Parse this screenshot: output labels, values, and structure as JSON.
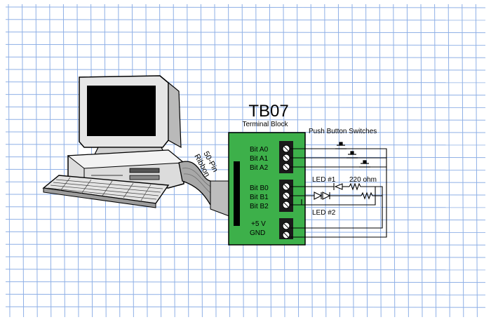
{
  "diagram": {
    "title": "TB07",
    "subtitle": "Terminal Block",
    "ribbon_label_line1": "50-Pin",
    "ribbon_label_line2": "Ribbon",
    "switches_label": "Push Button Switches",
    "port_a": [
      "Bit A0",
      "Bit A1",
      "Bit A2"
    ],
    "port_b": [
      "Bit B0",
      "Bit B1",
      "Bit B2"
    ],
    "power": [
      "+5 V",
      "GND"
    ],
    "led1_label": "LED #1",
    "led2_label": "LED #2",
    "resistor_label": "220 ohm"
  },
  "colors": {
    "grid_line": "#8fb0e6",
    "board": "#3db04a",
    "monitor_screen": "#000000"
  },
  "icons": [
    "computer-icon",
    "monitor-icon",
    "keyboard-icon",
    "ribbon-cable-icon",
    "screw-terminal-icon",
    "push-button-icon",
    "led-icon",
    "resistor-icon"
  ]
}
